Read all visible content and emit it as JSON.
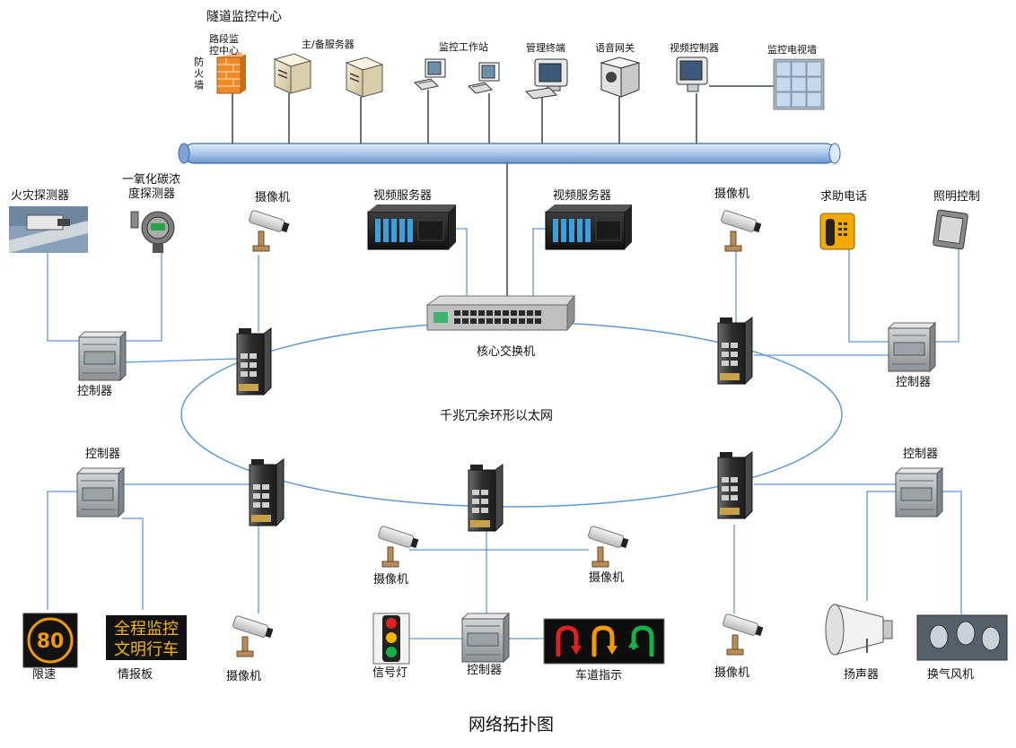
{
  "title": "网络拓扑图",
  "center": {
    "name": "隧道监控中心"
  },
  "monitor_center": {
    "road_center_l1": "路段监",
    "road_center_l2": "控中心",
    "firewall": "防火墙",
    "servers": "主/备服务器",
    "workstations": "监控工作站",
    "mgmt_terminal": "管理终端",
    "voice_gateway": "语音网关",
    "video_controller": "视频控制器",
    "tv_wall": "监控电视墙"
  },
  "core": {
    "video_server_left": "视频服务器",
    "video_server_right": "视频服务器",
    "core_switch": "核心交换机",
    "ring": "千兆冗余环形以太网"
  },
  "field": {
    "fire_detector": "火灾探测器",
    "co_detector_l1": "一氧化碳浓",
    "co_detector_l2": "度探测器",
    "camera": "摄像机",
    "controller": "控制器",
    "help_phone": "求助电话",
    "lighting": "照明控制",
    "speed_limit": "限速",
    "speed_value": "80",
    "info_board": "情报板",
    "board_text_l1": "全程监控",
    "board_text_l2": "文明行车",
    "signal_light": "信号灯",
    "lane_indicator": "车道指示",
    "speaker": "扬声器",
    "fan": "换气风机"
  },
  "colors": {
    "link": "#5b9bd5",
    "bus": "#a9c6ea",
    "firewall": "#f08a24",
    "server_beige": "#e9dfc0",
    "switch_dark": "#3b3b3b",
    "amber": "#f2a900",
    "red": "#e02020",
    "green": "#11b24a",
    "yellow": "#f7b500"
  }
}
